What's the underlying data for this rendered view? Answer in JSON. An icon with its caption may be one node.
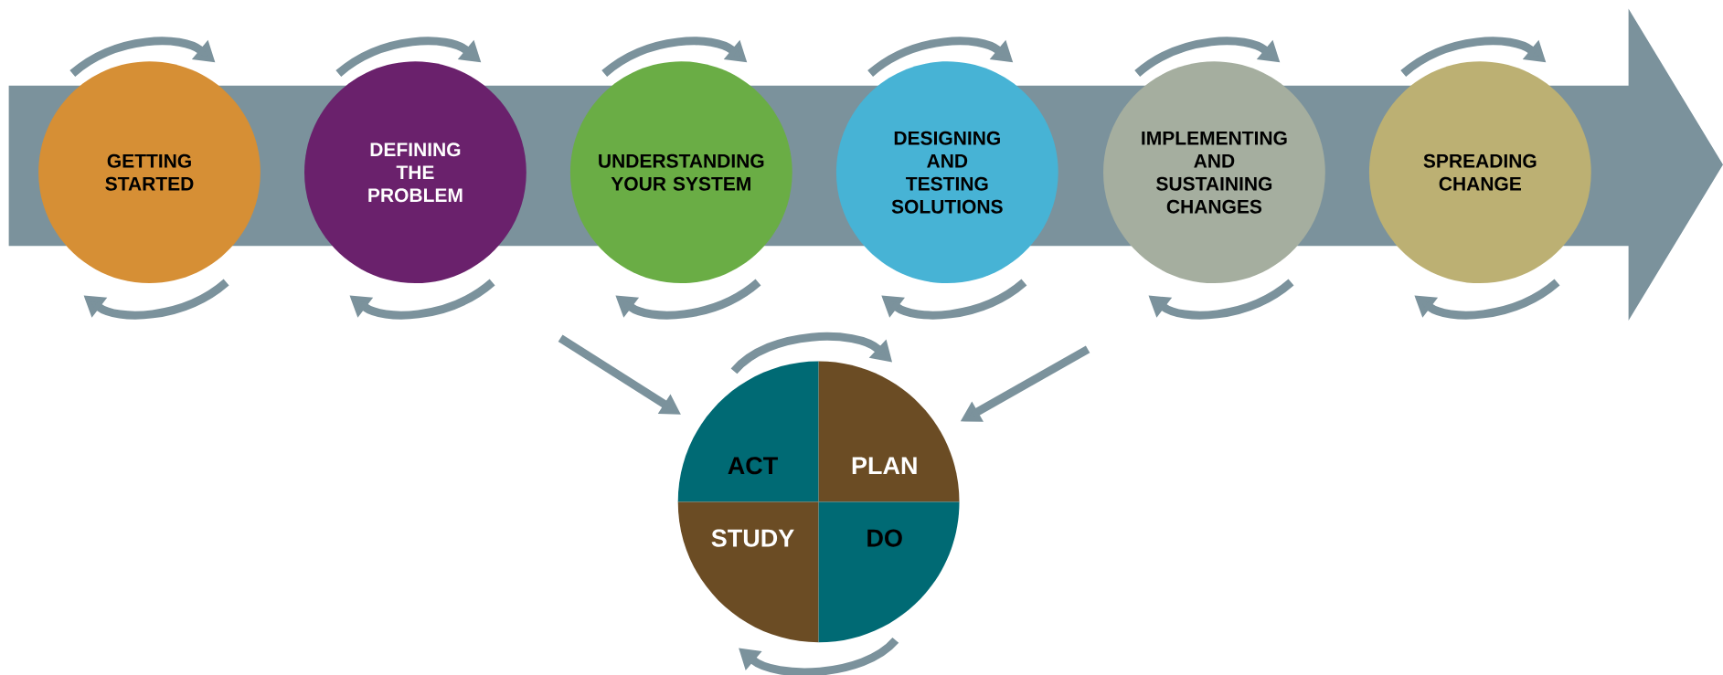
{
  "diagram": {
    "nodes": [
      {
        "text": [
          "GETTING STARTED"
        ]
      },
      {
        "text": [
          "DEFINING THE PROBLEM"
        ]
      },
      {
        "text": [
          "UNDERSTANDING YOUR SYSTEM"
        ]
      },
      {
        "text": [
          "DESIGNING AND TESTING SOLUTIONS"
        ]
      },
      {
        "text": [
          "IMPLEMENTING AND SUSTAINING CHANGES"
        ]
      },
      {
        "text": [
          "SPREADING CHANGE"
        ]
      },
      {
        "text": [],
        "shape": "circle"
      },
      {
        "text": [
          "ACT"
        ],
        "in": 6
      },
      {
        "text": [
          "PLAN"
        ],
        "in": 6
      },
      {
        "text": [
          "STUDY"
        ],
        "in": 6
      },
      {
        "text": [
          "DO"
        ],
        "in": 6
      }
    ],
    "edges": [
      {
        "from": null,
        "to": 6,
        "arrow": "to"
      },
      {
        "from": null,
        "to": 6,
        "arrow": "to"
      }
    ]
  }
}
